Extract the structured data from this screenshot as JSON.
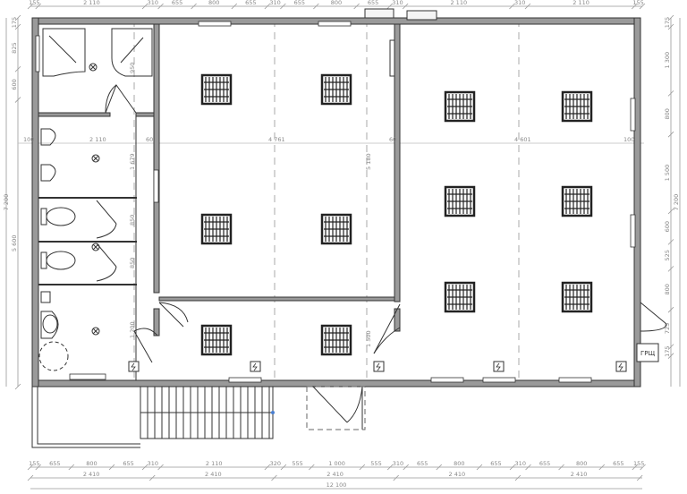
{
  "dimensions": {
    "top": [
      "155",
      "2 110",
      "310",
      "655",
      "800",
      "655",
      "310",
      "655",
      "800",
      "655",
      "310",
      "2 110",
      "310",
      "2 110",
      "155"
    ],
    "top_values": [
      155,
      2110,
      310,
      655,
      800,
      655,
      310,
      655,
      800,
      655,
      310,
      2110,
      310,
      2110,
      155
    ],
    "bottom_detail": [
      "155",
      "655",
      "800",
      "655",
      "310",
      "2 110",
      "320",
      "555",
      "1 000",
      "555",
      "310",
      "655",
      "800",
      "655",
      "310",
      "655",
      "800",
      "655",
      "155"
    ],
    "bottom_detail_values": [
      155,
      655,
      800,
      655,
      310,
      2110,
      320,
      555,
      1000,
      555,
      310,
      655,
      800,
      655,
      310,
      655,
      800,
      655,
      155
    ],
    "bottom_axes": [
      "2 410",
      "2 410",
      "2 410",
      "2 410",
      "2 410"
    ],
    "bottom_axes_values": [
      2410,
      2410,
      2410,
      2410,
      2410
    ],
    "overall_width": "12 100",
    "left": [
      "175",
      "825",
      "600",
      "5 600"
    ],
    "left_values": [
      175,
      825,
      600,
      5600
    ],
    "left_total": "7 200",
    "right": [
      "175",
      "1 300",
      "800",
      "1 500",
      "600",
      "525",
      "800",
      "725",
      "175"
    ],
    "right_values": [
      175,
      1300,
      800,
      1500,
      600,
      525,
      800,
      725,
      175
    ],
    "right_total": "7 200"
  },
  "interior_labels": {
    "wc_width": "2 110",
    "hall_left_width": "4 761",
    "hall_right_width": "4 601",
    "hall_depth": "5 180",
    "wc_depth": "1 679",
    "cubicle_1": "850",
    "cubicle_2": "850",
    "lobby_depth": "1 500",
    "wall_offset_left": "100",
    "wall_offset_right": "100",
    "gap_60_a": "60",
    "gap_60_b": "60",
    "washroom_depth": "1 200",
    "shower_depth": "950"
  },
  "panel_label": "ГРЩ"
}
